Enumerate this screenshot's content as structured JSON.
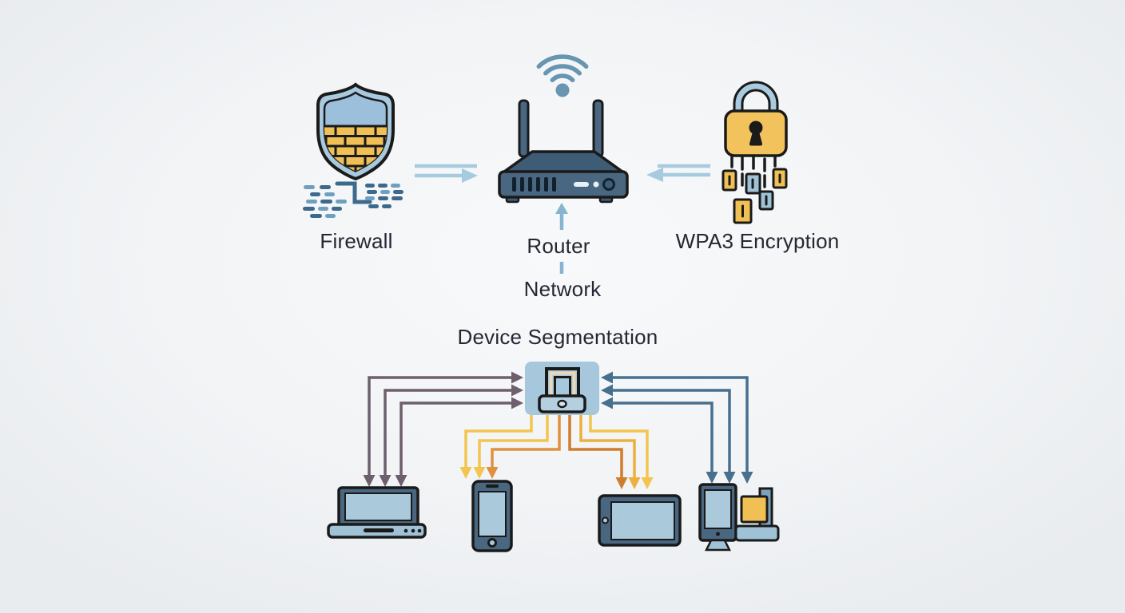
{
  "diagram": {
    "labels": {
      "firewall": "Firewall",
      "router": "Router",
      "network": "Network",
      "wpa3_encryption": "WPA3 Encryption",
      "device_segmentation": "Device Segmentation"
    },
    "icons": [
      "shield-firewall-icon",
      "data-stream-icon",
      "wifi-icon",
      "router-icon",
      "padlock-icon",
      "encrypted-bits-icon",
      "network-hub-icon",
      "laptop-icon",
      "smartphone-icon",
      "tablet-icon",
      "monitor-icon",
      "desktop-dock-icon"
    ],
    "colors": {
      "background": "#f2f4f6",
      "outline": "#1a1a1a",
      "device_body": "#4a6781",
      "screen_fill": "#aac9db",
      "shield_blue": "#a8c9de",
      "brick_yellow": "#f0c055",
      "lock_yellow": "#f2c35c",
      "shackle_blue": "#a9cadf",
      "light_blue_arrow": "#a6cade",
      "mauve_arrow": "#6e5f6d",
      "steel_blue_arrow": "#47708f",
      "yellow_arrow": "#f2c54f",
      "orange_arrow": "#e0913f",
      "dark_orange_arrow": "#cf7d2e",
      "dash_blue_dark": "#3c6a8d",
      "dash_blue_light": "#6fa0bf",
      "hub_fill": "#a7c7dc"
    }
  }
}
